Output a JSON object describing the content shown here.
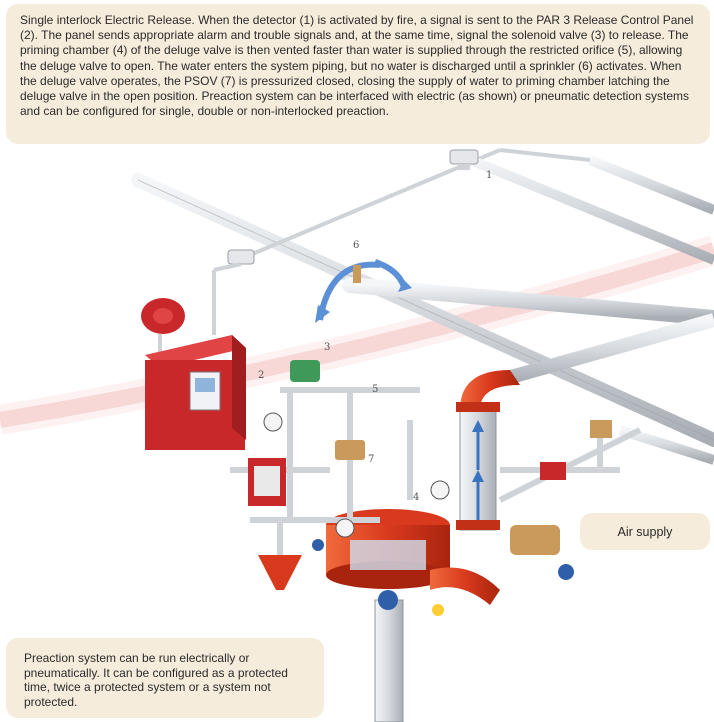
{
  "top_callout": {
    "text": "Single interlock Electric Release. When the detector (1) is activated by fire, a signal is sent to the PAR 3 Release Control Panel (2). The panel sends appropriate alarm and trouble signals and, at the same time, signal the solenoid valve (3) to release. The priming chamber (4) of the deluge valve is then vented faster than water is supplied through the restricted orifice (5), allowing the deluge valve to open. The water enters the system piping, but no water is discharged until a sprinkler (6) activates. When the deluge valve operates, the PSOV (7) is pressurized closed, closing the supply of water to priming chamber latching the deluge valve in the open position. Preaction system can be interfaced with electric (as shown) or pneumatic detection systems and can be configured for single, double or non-interlocked preaction."
  },
  "air_supply_callout": {
    "label": "Air supply"
  },
  "bottom_callout": {
    "text": "Preaction system can be run electrically or pneumatically. It can be configured as a protected time, twice a protected system or a system not protected."
  },
  "diagram": {
    "component_numbers": [
      "1",
      "2",
      "3",
      "4",
      "5",
      "6",
      "7"
    ],
    "colors": {
      "pipe": "#d9dde2",
      "valve_red": "#d93a1e",
      "panel_red": "#c8282a",
      "brass": "#c99a5b",
      "blue_arrow": "#3a74c0",
      "pink_band": "#f3c7c7"
    }
  }
}
